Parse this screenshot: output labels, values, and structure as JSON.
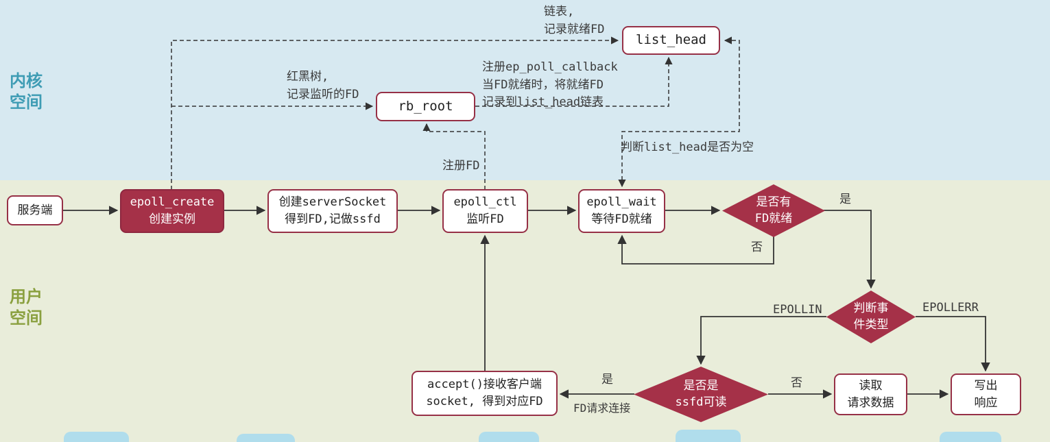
{
  "regions": {
    "kernel": "内核\n空间",
    "user": "用户\n空间"
  },
  "nodes": {
    "server": "服务端",
    "epoll_create": {
      "l1": "epoll_create",
      "l2": "创建实例"
    },
    "create_socket": {
      "l1": "创建serverSocket",
      "l2": "得到FD,记做ssfd"
    },
    "epoll_ctl": {
      "l1": "epoll_ctl",
      "l2": "监听FD"
    },
    "epoll_wait": {
      "l1": "epoll_wait",
      "l2": "等待FD就绪"
    },
    "list_head": "list_head",
    "rb_root": "rb_root",
    "fd_ready": {
      "l1": "是否有",
      "l2": "FD就绪"
    },
    "event_type": {
      "l1": "判断事",
      "l2": "件类型"
    },
    "ssfd_readable": {
      "l1": "是否是",
      "l2": "ssfd可读"
    },
    "read_data": {
      "l1": "读取",
      "l2": "请求数据"
    },
    "write_response": {
      "l1": "写出",
      "l2": "响应"
    },
    "accept": {
      "l1": "accept()接收客户端",
      "l2": "socket, 得到对应FD"
    }
  },
  "annotations": {
    "list_note": "链表,\n记录就绪FD",
    "rbtree_note": "红黑树,\n记录监听的FD",
    "callback_note": "注册ep_poll_callback\n当FD就绪时，将就绪FD\n记录到list_head链表",
    "register_fd": "注册FD",
    "check_list_empty": "判断list_head是否为空",
    "yes_fd_ready": "是",
    "no_fd_ready": "否",
    "epollin": "EPOLLIN",
    "epollerr": "EPOLLERR",
    "no_ssfd": "否",
    "yes_ssfd": "是",
    "fd_connect": "FD请求连接"
  },
  "colors": {
    "kernel_bg": "#d7e9f1",
    "user_bg": "#e9edda",
    "accent": "#a53148",
    "node_border": "#963046",
    "kernel_label": "#3e9cb4",
    "user_label": "#8aa03f",
    "line": "#333333",
    "watermark": "#b0ddec"
  }
}
